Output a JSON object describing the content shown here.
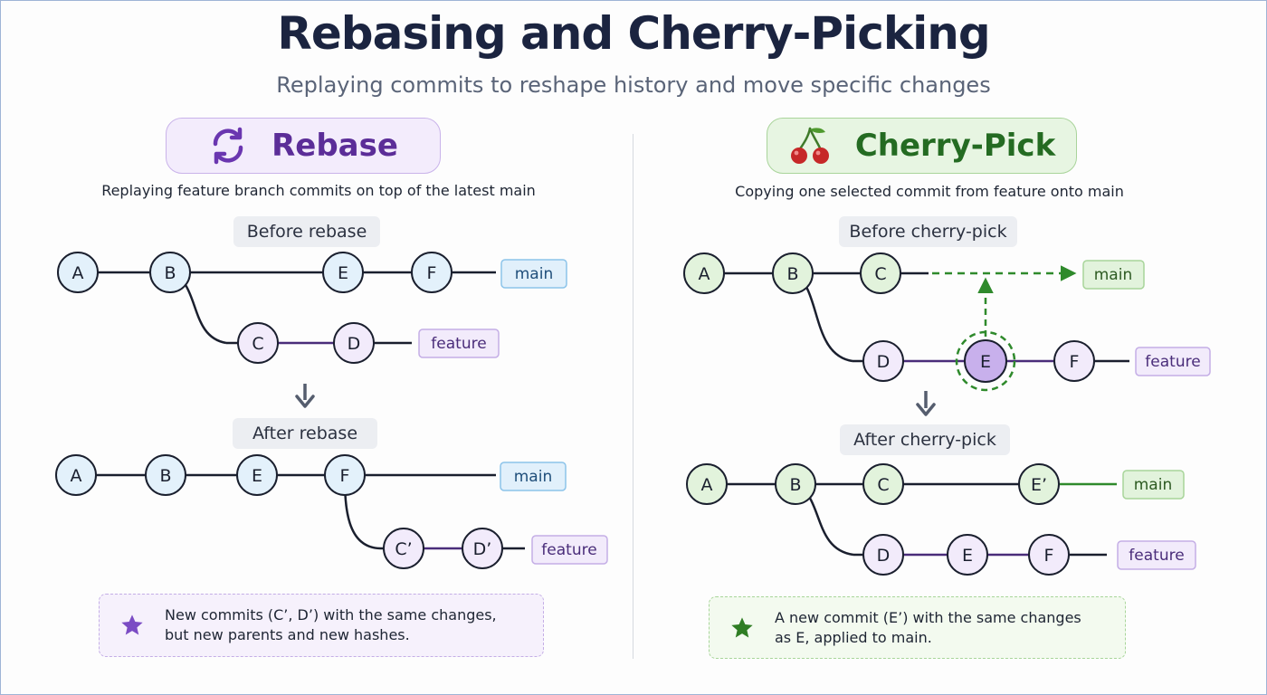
{
  "title": "Rebasing and Cherry-Picking",
  "subtitle": "Replaying commits to reshape history and move specific changes",
  "rebase": {
    "heading": "Rebase",
    "description": "Replaying feature branch commits on top of the latest main",
    "before_label": "Before rebase",
    "after_label": "After rebase",
    "note_line1": "New commits (C’, D’) with the same changes,",
    "note_line2": "but new parents and new hashes."
  },
  "cherry_pick": {
    "heading": "Cherry-Pick",
    "description": "Copying one selected commit from feature onto main",
    "before_label": "Before cherry-pick",
    "after_label": "After cherry-pick",
    "note_line1": "A new commit (E’) with the same changes",
    "note_line2": "as E, applied to main."
  },
  "commits": {
    "rebase_before_main": [
      "A",
      "B",
      "E",
      "F"
    ],
    "rebase_before_feature": [
      "C",
      "D"
    ],
    "rebase_after_main": [
      "A",
      "B",
      "E",
      "F"
    ],
    "rebase_after_feature": [
      "C’",
      "D’"
    ],
    "cherry_before_main": [
      "A",
      "B",
      "C"
    ],
    "cherry_before_feature": [
      "D",
      "E",
      "F"
    ],
    "cherry_after_main": [
      "A",
      "B",
      "C",
      "E’"
    ],
    "cherry_after_feature": [
      "D",
      "E",
      "F"
    ]
  },
  "branches": {
    "main": "main",
    "feature": "feature"
  },
  "colors": {
    "title": "#1b2440",
    "rebase_accent": "#5b2d98",
    "cherry_accent": "#246b22",
    "main_commit_fill": "#e3f1fb",
    "feature_commit_fill": "#f2ebfb",
    "cherry_commit_fill": "#e2f3dc",
    "highlight_commit_fill": "#c8b0ec",
    "arrow_green": "#2f8a2c"
  },
  "icons": {
    "rebase": "sync-arrows-icon",
    "cherry": "cherry-icon",
    "rebase_note": "star-icon",
    "cherry_note": "star-icon",
    "transition": "arrow-down-icon"
  }
}
